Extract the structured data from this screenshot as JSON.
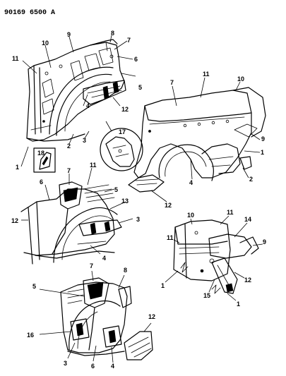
{
  "drawing_code": "90169 6500 A",
  "callouts": {
    "a": [
      "11",
      "10",
      "9",
      "8",
      "7",
      "6",
      "5",
      "4",
      "12",
      "3",
      "2",
      "1",
      "17",
      "18"
    ],
    "b": [
      "7",
      "11",
      "10",
      "9",
      "1",
      "2",
      "4",
      "12"
    ],
    "c": [
      "6",
      "7",
      "11",
      "5",
      "13",
      "3",
      "12",
      "4"
    ],
    "d": [
      "10",
      "11",
      "14",
      "9",
      "11",
      "1",
      "12",
      "15",
      "1"
    ],
    "e": [
      "7",
      "8",
      "5",
      "16",
      "3",
      "6",
      "4",
      "12"
    ]
  }
}
